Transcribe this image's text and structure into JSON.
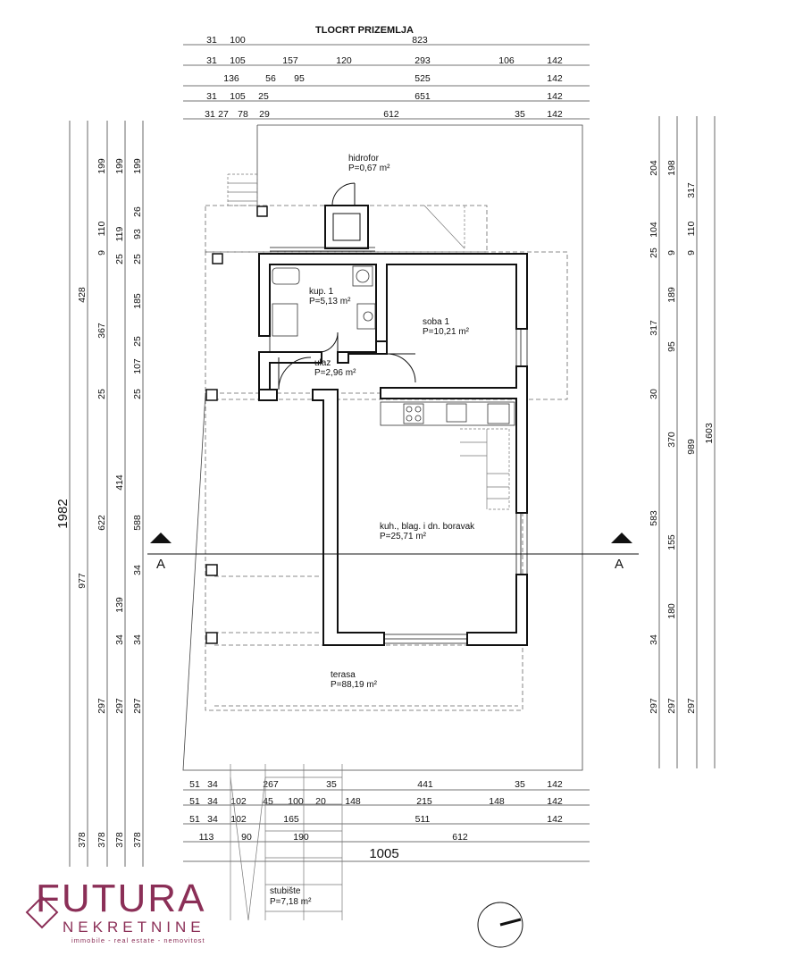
{
  "title": "TLOCRT PRIZEMLJA",
  "top_dims": [
    [
      "31",
      "100",
      "823"
    ],
    [
      "31",
      "105",
      "157",
      "120",
      "293",
      "106",
      "142"
    ],
    [
      "136",
      "56",
      "95",
      "525",
      "142"
    ],
    [
      "31",
      "105",
      "25",
      "651",
      "142"
    ],
    [
      "31",
      "27",
      "78",
      "29",
      "612",
      "35",
      "142"
    ]
  ],
  "bottom_dims": [
    [
      "51",
      "34",
      "267",
      "35",
      "441",
      "35",
      "142"
    ],
    [
      "51",
      "34",
      "102",
      "45",
      "100",
      "20",
      "148",
      "215",
      "148",
      "142"
    ],
    [
      "51",
      "34",
      "102",
      "165",
      "511",
      "142"
    ],
    [
      "113",
      "90",
      "190",
      "612"
    ]
  ],
  "total_width": "1005",
  "left_dims": [
    [
      "1982"
    ],
    [
      "428",
      "977"
    ],
    [
      "199",
      "110",
      "9",
      "367",
      "25",
      "622",
      "139",
      "34",
      "297"
    ],
    [
      "199",
      "119",
      "25",
      "414",
      "34",
      "297"
    ],
    [
      "199",
      "26",
      "93",
      "25",
      "185",
      "25",
      "107",
      "25",
      "588",
      "34",
      "297"
    ],
    [
      "378",
      "378",
      "378",
      "378"
    ]
  ],
  "right_dims": [
    [
      "204",
      "104",
      "25",
      "317",
      "95",
      "30",
      "370",
      "583",
      "155",
      "180",
      "34",
      "297"
    ],
    [
      "198",
      "9",
      "189",
      "297"
    ],
    [
      "317",
      "110",
      "9",
      "989",
      "297"
    ],
    [
      "1603"
    ]
  ],
  "rooms": {
    "hidrofor": {
      "name": "hidrofor",
      "area": "P=0,67  m²"
    },
    "kup": {
      "name": "kup. 1",
      "area": "P=5,13  m²"
    },
    "soba": {
      "name": "soba 1",
      "area": "P=10,21  m²"
    },
    "ulaz": {
      "name": "ulaz",
      "area": "P=2,96  m²"
    },
    "kuh": {
      "name": "kuh., blag. i dn. boravak",
      "area": "P=25,71  m²"
    },
    "terasa": {
      "name": "terasa",
      "area": "P=88,19  m²"
    },
    "stubiste": {
      "name": "stubište",
      "area": "P=7,18  m²"
    }
  },
  "section_label": "A",
  "logo": {
    "brand": "FUTURA",
    "sub": "NEKRETNINE",
    "tag": "immobile - real estate - nemovitost",
    "color": "#8b2f57"
  }
}
